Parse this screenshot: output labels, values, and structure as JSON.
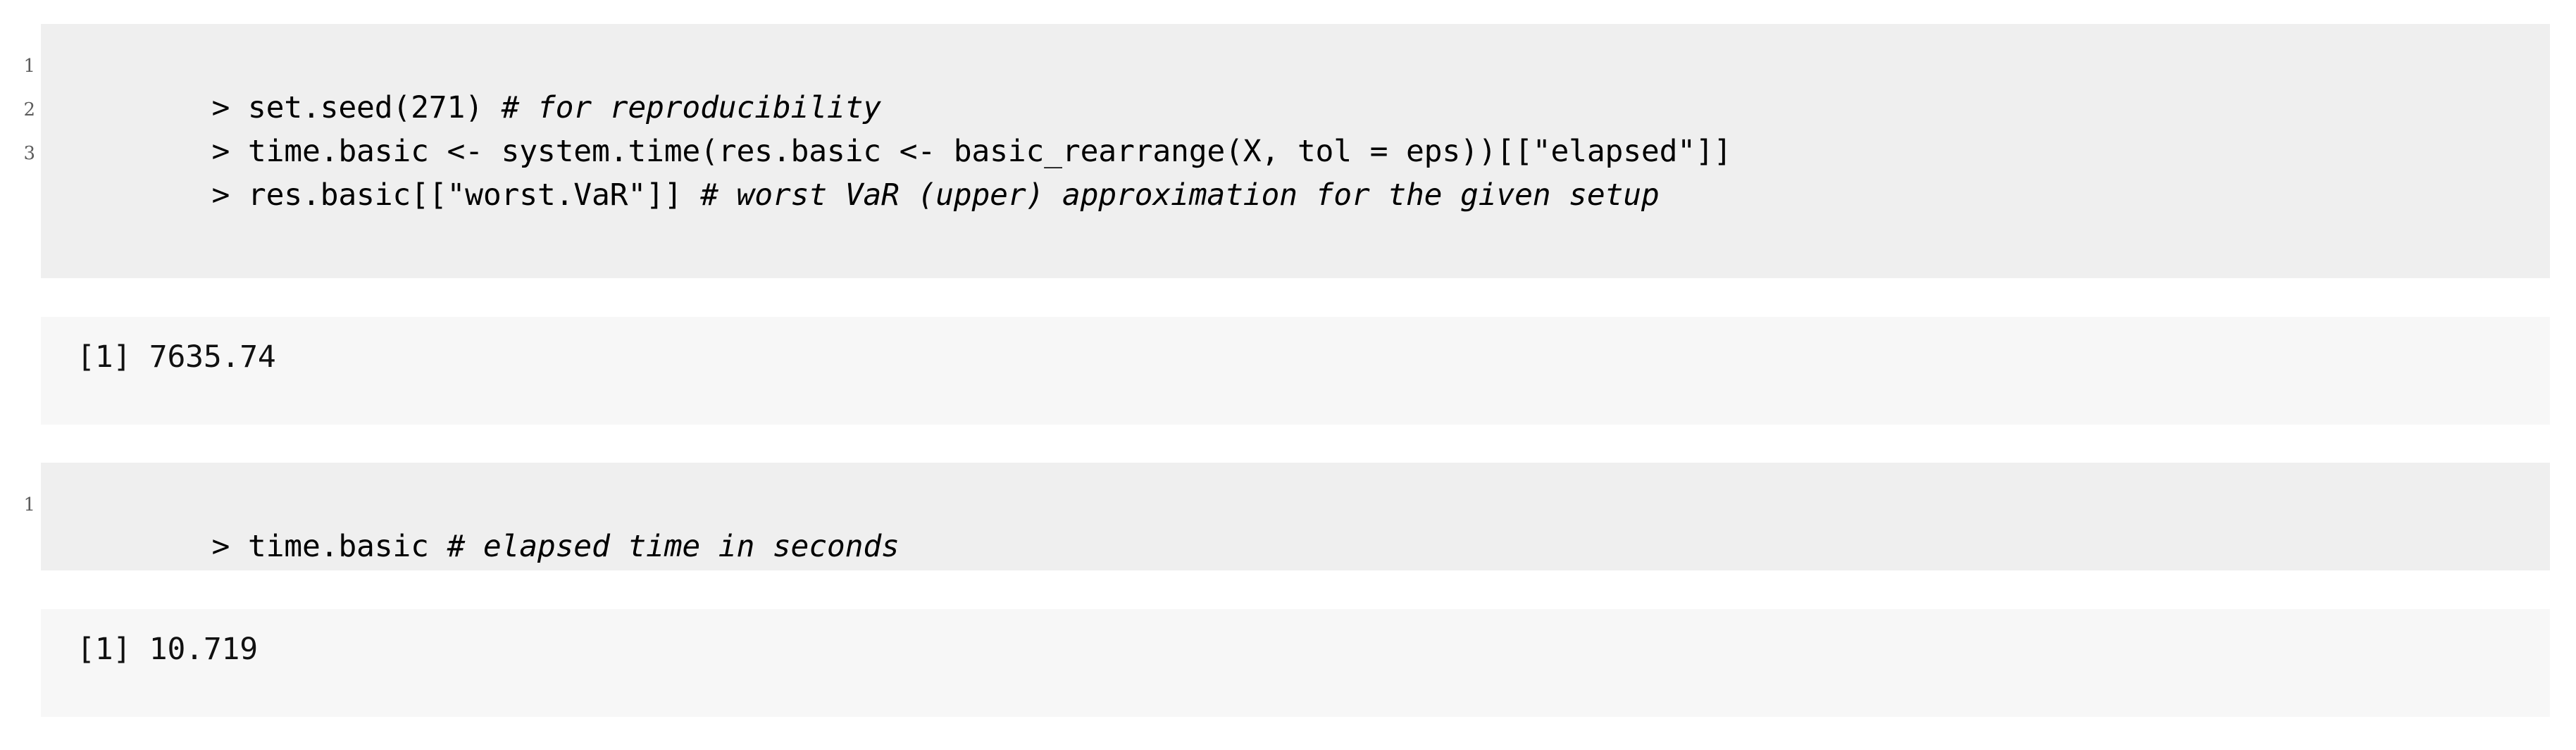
{
  "theme": {
    "page_background": "#ffffff",
    "code_background": "#efefef",
    "output_background": "#f7f7f7",
    "text_color": "#000000",
    "line_number_color": "#5c5c5c"
  },
  "blocks": [
    {
      "kind": "code",
      "name": "code-block-1",
      "lines": [
        {
          "number": "1",
          "prompt": "> ",
          "code": "set.seed(271) ",
          "comment": "# for reproducibility"
        },
        {
          "number": "2",
          "prompt": "> ",
          "code": "time.basic <- system.time(res.basic <- basic_rearrange(X, tol = eps))[[\"elapsed\"]]",
          "comment": ""
        },
        {
          "number": "3",
          "prompt": "> ",
          "code": "res.basic[[\"worst.VaR\"]] ",
          "comment": "# worst VaR (upper) approximation for the given setup"
        }
      ]
    },
    {
      "kind": "output",
      "name": "output-block-1",
      "lines": [
        {
          "text": "[1] 7635.74"
        }
      ]
    },
    {
      "kind": "code",
      "name": "code-block-2",
      "lines": [
        {
          "number": "1",
          "prompt": "> ",
          "code": "time.basic ",
          "comment": "# elapsed time in seconds"
        }
      ]
    },
    {
      "kind": "output",
      "name": "output-block-2",
      "lines": [
        {
          "text": "[1] 10.719"
        }
      ]
    }
  ]
}
